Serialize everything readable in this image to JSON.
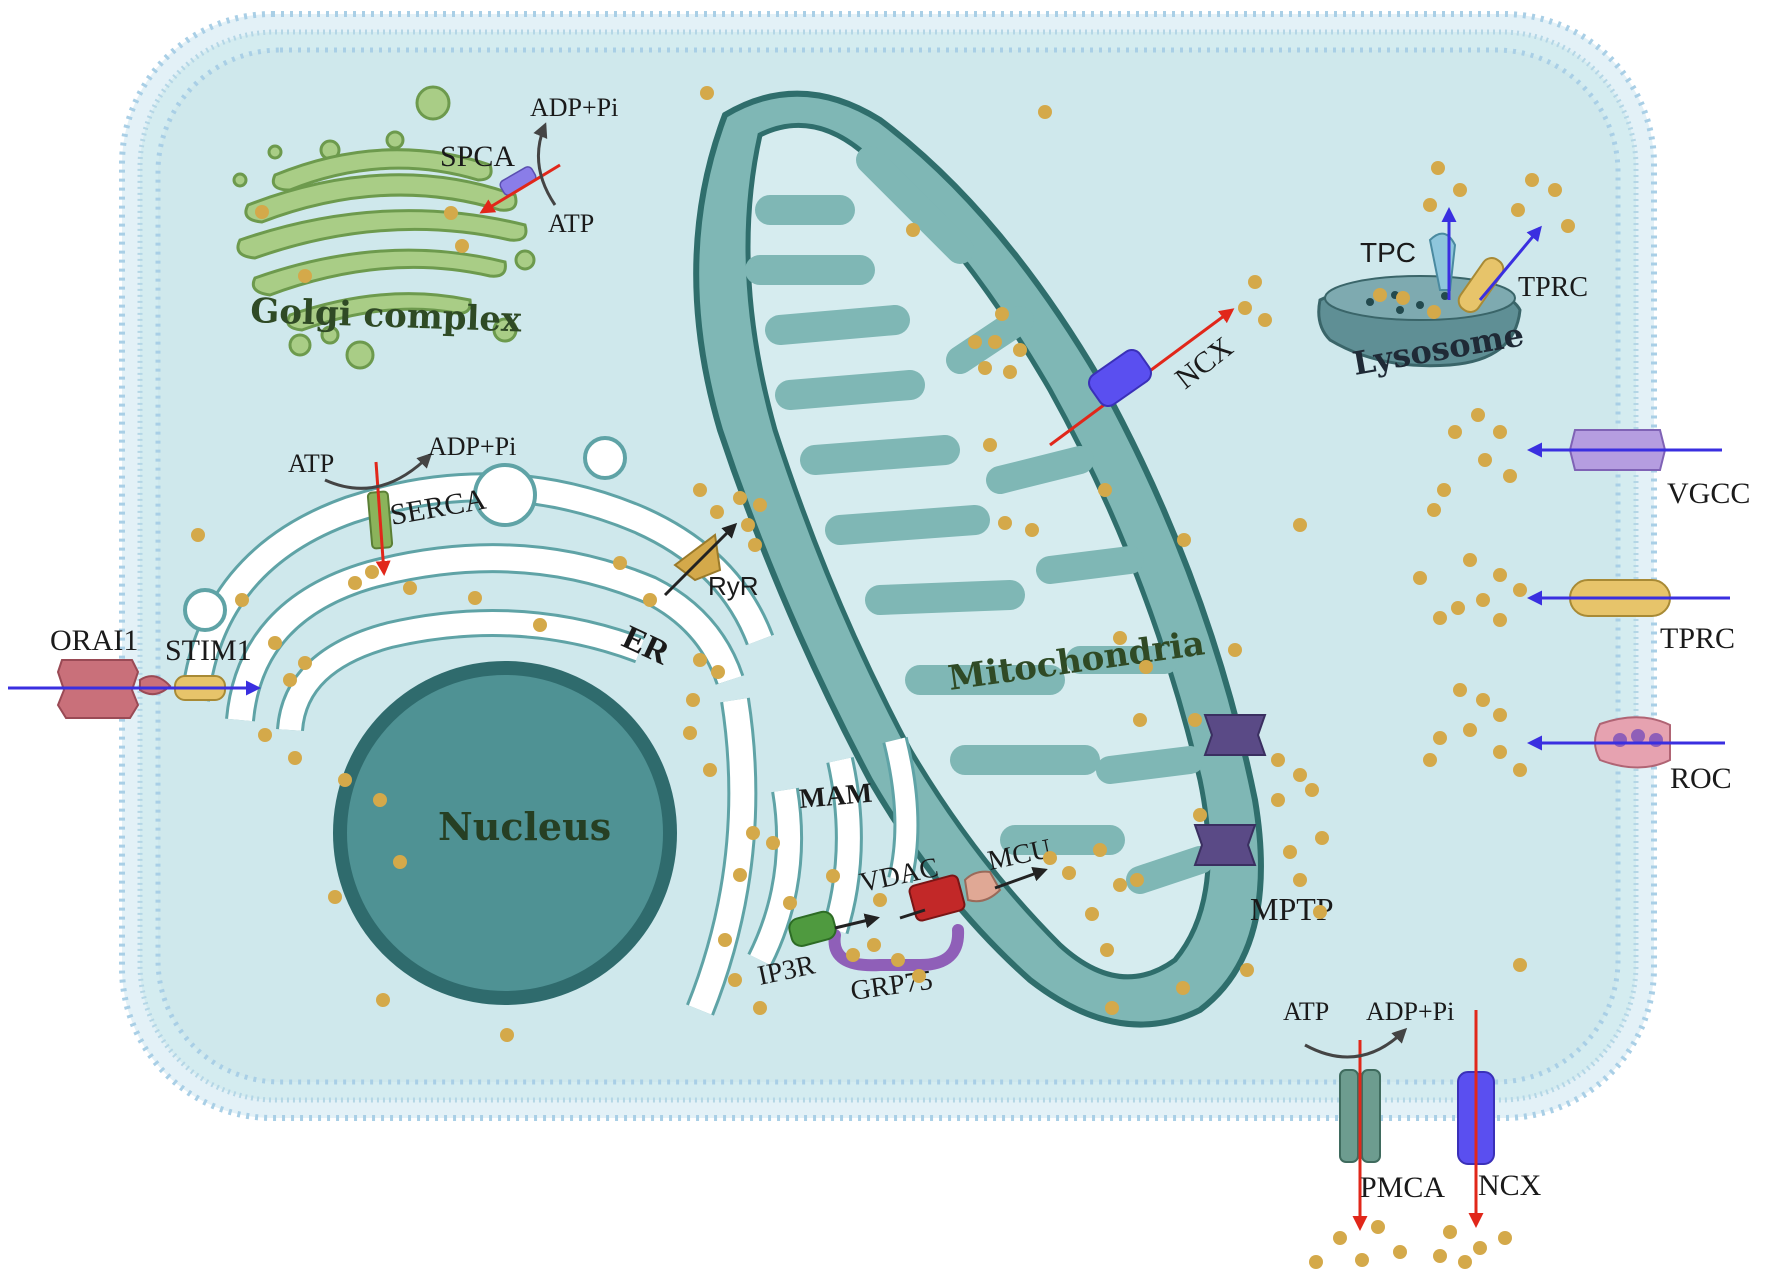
{
  "labels": {
    "golgi": "Golgi complex",
    "spca": "SPCA",
    "golgi_adp": "ADP+Pi",
    "golgi_atp": "ATP",
    "serca_atp": "ATP",
    "serca_adp": "ADP+Pi",
    "serca": "SERCA",
    "ryr": "RyR",
    "er": "ER",
    "orai1": "ORAI1",
    "stim1": "STIM1",
    "nucleus": "Nucleus",
    "mam": "MAM",
    "vdac": "VDAC",
    "mcu": "MCU",
    "ip3r": "IP3R",
    "grp75": "GRP75",
    "mitochondria": "Mitochondria",
    "mito_ncx": "NCX",
    "mptp": "MPTP",
    "tpc": "TPC",
    "lyso_tprc": "TPRC",
    "lysosome": "Lysosome",
    "vgcc": "VGCC",
    "pm_tprc": "TPRC",
    "roc": "ROC",
    "pmca_atp": "ATP",
    "pmca_adp": "ADP+Pi",
    "pmca": "PMCA",
    "pm_ncx": "NCX"
  },
  "colors": {
    "cytoplasm": "#cfe8ec",
    "membrane": "#a9cfe6",
    "calcium": "#d4a94a",
    "mito_fill": "#7fb7b5",
    "mito_stroke": "#2f6e6c",
    "nucleus_fill": "#4f9294",
    "nucleus_stroke": "#2f6b6d",
    "golgi_fill": "#a9cd86",
    "golgi_stroke": "#6d9a4d",
    "influx_arrow": "#3a2fe0",
    "efflux_arrow": "#e1271a",
    "ncx_channel": "#5a4ff0",
    "mptp_channel": "#5a4a86"
  }
}
